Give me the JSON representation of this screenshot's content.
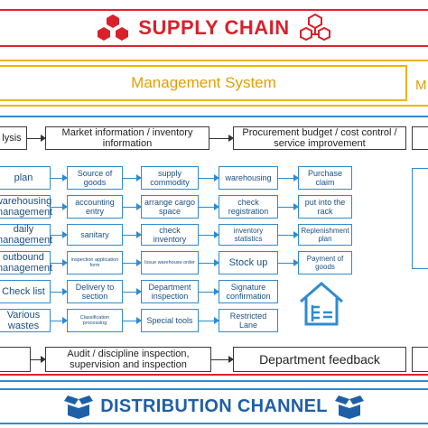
{
  "header": {
    "title": "SUPPLY CHAIN"
  },
  "management": {
    "title": "Management System",
    "right_partial": "M"
  },
  "top_boxes": [
    {
      "id": "analysis",
      "text": "lysis"
    },
    {
      "id": "market",
      "text": "Market information / inventory information"
    },
    {
      "id": "procurement",
      "text": "Procurement budget / cost control / service improvement"
    },
    {
      "id": "right-partial",
      "text": ""
    }
  ],
  "grid": [
    [
      "plan",
      "Source of goods",
      "supply commodity",
      "warehousing",
      "Purchase claim"
    ],
    [
      "warehousing management",
      "accounting entry",
      "arrange cargo space",
      "check registration",
      "put into the rack"
    ],
    [
      "daily management",
      "sanitary",
      "check inventory",
      "inventory statistics",
      "Replenishment plan"
    ],
    [
      "outbound management",
      "inspection application form",
      "Issue warehouse order",
      "Stock up",
      "Payment of goods"
    ],
    [
      "Check list",
      "Delivery to section",
      "Department inspection",
      "Signature confirmation",
      ""
    ],
    [
      "Various wastes",
      "Classification processing",
      "Special tools",
      "Restricted Lane",
      ""
    ]
  ],
  "bottom_boxes": [
    {
      "id": "left-partial",
      "text": ""
    },
    {
      "id": "audit",
      "text": "Audit / discipline inspection, supervision and inspection"
    },
    {
      "id": "feedback",
      "text": "Department feedback"
    }
  ],
  "footer": {
    "title": "DISTRIBUTION CHANNEL"
  },
  "colors": {
    "red": "#e0222c",
    "yellow": "#f0b400",
    "blue": "#2e8ccf",
    "navy": "#1f5fa8"
  },
  "icons": {
    "header": "cubes-network-icon",
    "warehouse": "warehouse-house-icon",
    "footer": "open-box-icon"
  }
}
